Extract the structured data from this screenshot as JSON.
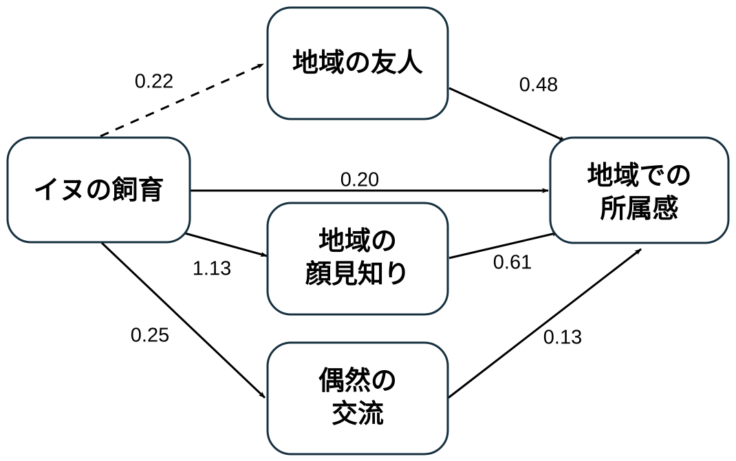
{
  "diagram": {
    "type": "path-diagram",
    "background_color": "#ffffff",
    "node_border_color": "#16303f",
    "edge_color": "#000000",
    "nodes": [
      {
        "id": "dog-ownership",
        "label_lines": [
          "イヌの飼育"
        ],
        "line1": "イヌの飼育",
        "line2": "",
        "role": "predictor"
      },
      {
        "id": "local-friends",
        "label_lines": [
          "地域の友人"
        ],
        "line1": "地域の友人",
        "line2": "",
        "role": "mediator"
      },
      {
        "id": "local-acquaintances",
        "label_lines": [
          "地域の",
          "顔見知り"
        ],
        "line1": "地域の",
        "line2": "顔見知り",
        "role": "mediator"
      },
      {
        "id": "incidental-interaction",
        "label_lines": [
          "偶然の",
          "交流"
        ],
        "line1": "偶然の",
        "line2": "交流",
        "role": "mediator"
      },
      {
        "id": "sense-of-belonging",
        "label_lines": [
          "地域での",
          "所属感"
        ],
        "line1": "地域での",
        "line2": "所属感",
        "role": "outcome"
      }
    ],
    "edges": [
      {
        "id": "dog-to-friends",
        "from": "dog-ownership",
        "to": "local-friends",
        "coefficient": "0.22",
        "style": "dashed"
      },
      {
        "id": "friends-to-belonging",
        "from": "local-friends",
        "to": "sense-of-belonging",
        "coefficient": "0.48",
        "style": "solid"
      },
      {
        "id": "dog-to-belonging",
        "from": "dog-ownership",
        "to": "sense-of-belonging",
        "coefficient": "0.20",
        "style": "solid"
      },
      {
        "id": "dog-to-acquaintances",
        "from": "dog-ownership",
        "to": "local-acquaintances",
        "coefficient": "1.13",
        "style": "solid"
      },
      {
        "id": "acquaintances-to-belonging",
        "from": "local-acquaintances",
        "to": "sense-of-belonging",
        "coefficient": "0.61",
        "style": "solid"
      },
      {
        "id": "dog-to-interaction",
        "from": "dog-ownership",
        "to": "incidental-interaction",
        "coefficient": "0.25",
        "style": "solid"
      },
      {
        "id": "interaction-to-belonging",
        "from": "incidental-interaction",
        "to": "sense-of-belonging",
        "coefficient": "0.13",
        "style": "solid"
      }
    ]
  }
}
